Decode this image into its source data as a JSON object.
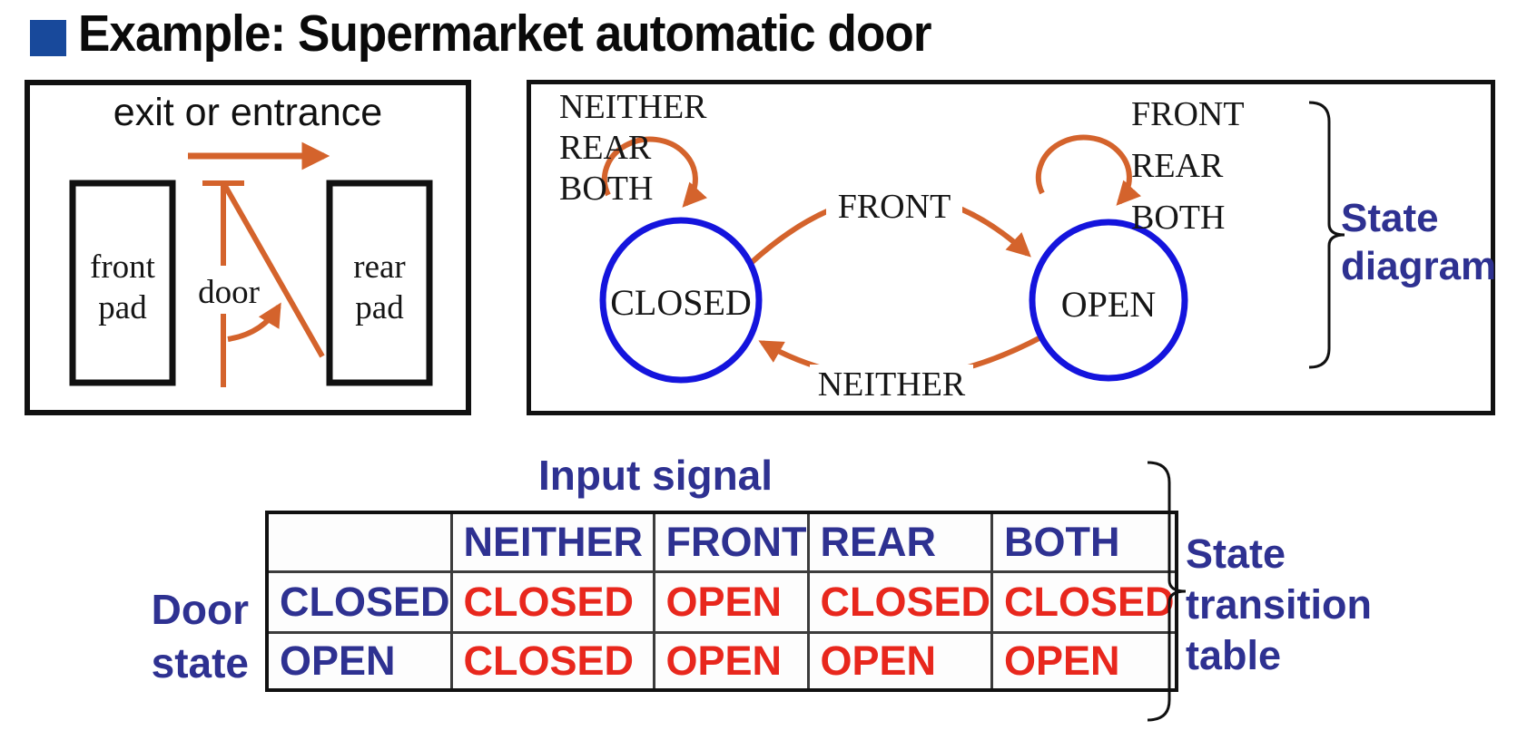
{
  "slide": {
    "title": "Example: Supermarket automatic door"
  },
  "door_diagram": {
    "caption": "exit or entrance",
    "front_pad": [
      "front",
      "pad"
    ],
    "rear_pad": [
      "rear",
      "pad"
    ],
    "door_label": "door"
  },
  "state_diagram": {
    "closed_state": "CLOSED",
    "open_state": "OPEN",
    "closed_self_loop": [
      "NEITHER",
      "REAR",
      "BOTH"
    ],
    "open_self_loop": [
      "FRONT",
      "REAR",
      "BOTH"
    ],
    "closed_to_open_label": "FRONT",
    "open_to_closed_label": "NEITHER",
    "brace_label": [
      "State",
      "diagram"
    ]
  },
  "transition_table": {
    "input_signal_label": "Input signal",
    "door_state_label": [
      "Door",
      "state"
    ],
    "brace_label": [
      "State",
      "transition",
      "table"
    ],
    "header": [
      "",
      "NEITHER",
      "FRONT",
      "REAR",
      "BOTH"
    ],
    "rows": [
      {
        "state": "CLOSED",
        "values": [
          "CLOSED",
          "OPEN",
          "CLOSED",
          "CLOSED"
        ]
      },
      {
        "state": "OPEN",
        "values": [
          "CLOSED",
          "OPEN",
          "OPEN",
          "OPEN"
        ]
      }
    ]
  },
  "colors": {
    "bullet_blue": "#18499b",
    "arrow_orange": "#d4632c",
    "state_circle_blue": "#1414dd",
    "label_indigo": "#2e3191",
    "value_red": "#e8271d"
  }
}
